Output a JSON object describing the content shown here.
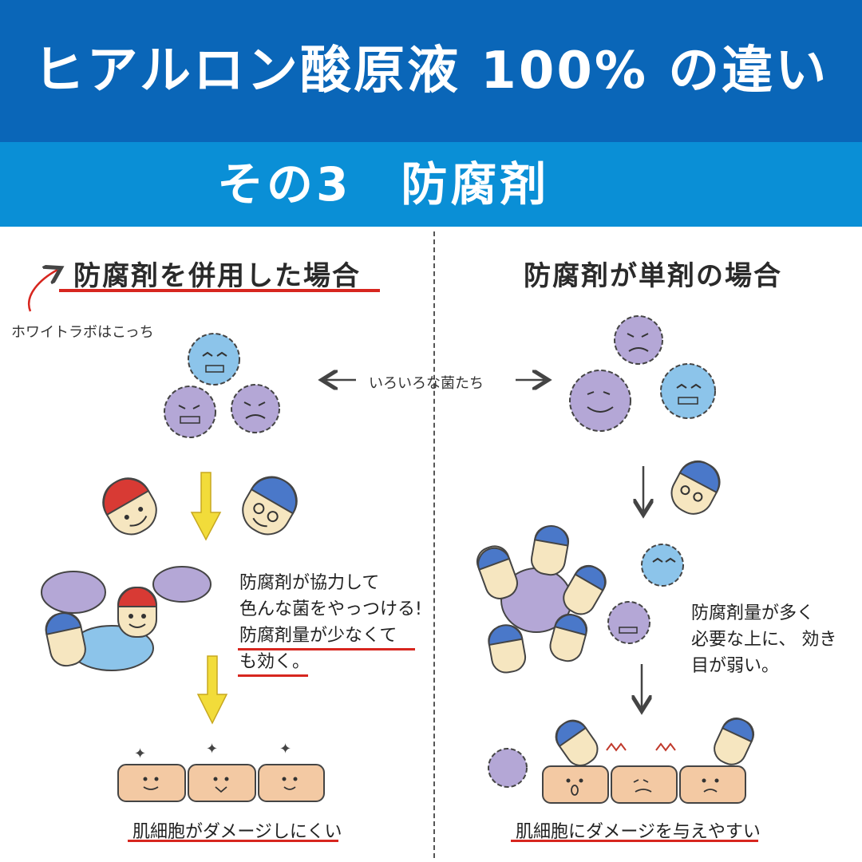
{
  "header": {
    "title": "ヒアルロン酸原液 100% の違い",
    "subtitle": "その3　防腐剤"
  },
  "left": {
    "heading": "防腐剤を併用した場合",
    "pointer_note": "ホワイトラボはこっち",
    "note_lines": [
      "防腐剤が協力して",
      "色んな菌をやっつける!",
      "防腐剤量が少なくて",
      "も効く。"
    ],
    "caption": "肌細胞がダメージしにくい"
  },
  "right": {
    "heading": "防腐剤が単剤の場合",
    "note_lines": [
      "防腐剤量が多く",
      "必要な上に、 効き",
      "目が弱い。"
    ],
    "caption": "肌細胞にダメージを与えやすい"
  },
  "center_label": "いろいろな菌たち",
  "colors": {
    "header_dark_blue": "#0a66b8",
    "header_light_blue": "#0a8fd6",
    "underline_red": "#d7261f",
    "germ_blue": "#8cc4ea",
    "germ_purple": "#b4a7d6",
    "capsule_red": "#d83a34",
    "capsule_blue": "#4a78c9",
    "arrow_yellow": "#f2dc3a",
    "skin_cell": "#f3c9a3"
  }
}
